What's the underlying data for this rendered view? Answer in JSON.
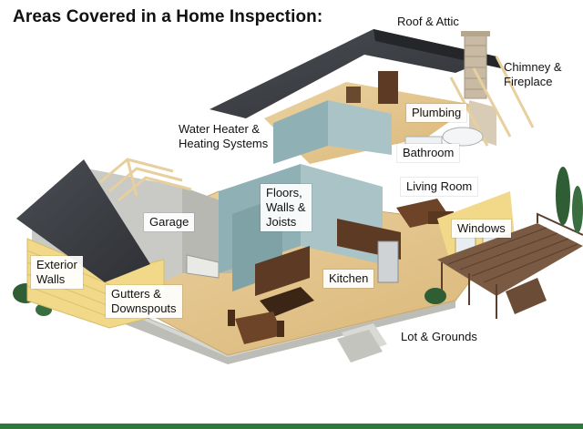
{
  "title": "Areas Covered in a Home Inspection:",
  "labels": {
    "roof_attic": "Roof & Attic",
    "chimney_fireplace": "Chimney &\nFireplace",
    "plumbing": "Plumbing",
    "water_heater": "Water Heater &\nHeating Systems",
    "bathroom": "Bathroom",
    "living_room": "Living Room",
    "floors_walls_joists": "Floors,\nWalls &\nJoists",
    "garage": "Garage",
    "windows": "Windows",
    "exterior_walls": "Exterior\nWalls",
    "gutters_downspouts": "Gutters &\nDownspouts",
    "kitchen": "Kitchen",
    "lot_grounds": "Lot & Grounds"
  },
  "colors": {
    "roof": "#3e4147",
    "wall_blue": "#8fb0b4",
    "wall_gray": "#c9c9c5",
    "floor_wood": "#e4c58d",
    "siding_yellow": "#f2d98a",
    "deck": "#6d4f3a",
    "cabinet": "#5c3a23",
    "foundation": "#d6d6d2",
    "shrub": "#2f5e35"
  }
}
